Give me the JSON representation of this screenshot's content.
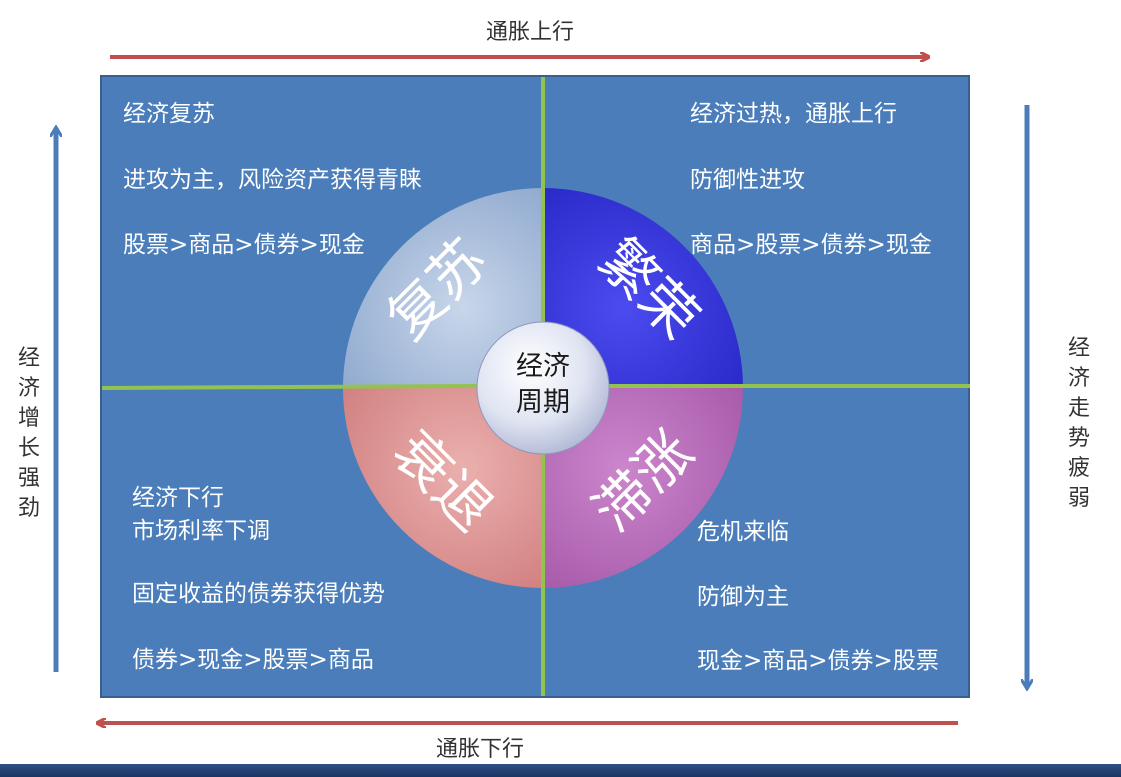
{
  "axes": {
    "top": "通胀上行",
    "bottom": "通胀下行",
    "left": "经济增长强劲",
    "right": "经济走势疲弱"
  },
  "center": {
    "line1": "经济",
    "line2": "周期"
  },
  "phases": {
    "recovery": "复苏",
    "prosperity": "繁荣",
    "recession": "衰退",
    "stagflation": "滞涨"
  },
  "quadrants": {
    "top_left": [
      "经济复苏",
      "进攻为主，风险资产获得青睐",
      "股票>商品>债券>现金"
    ],
    "top_right": [
      "经济过热，通胀上行",
      "防御性进攻",
      "商品>股票>债券>现金"
    ],
    "bottom_left": [
      "经济下行",
      "市场利率下调",
      "固定收益的债券获得优势",
      "债券>现金>股票>商品"
    ],
    "bottom_right": [
      "危机来临",
      "防御为主",
      "现金>商品>债券>股票"
    ]
  },
  "colors": {
    "panel": "#4a7dba",
    "recovery": "#9fb6d6",
    "prosperity": "#3d3de0",
    "recession": "#dc8f90",
    "stagflation": "#b467b5",
    "divider": "#94c24e",
    "arrow_red": "#c0504d"
  }
}
